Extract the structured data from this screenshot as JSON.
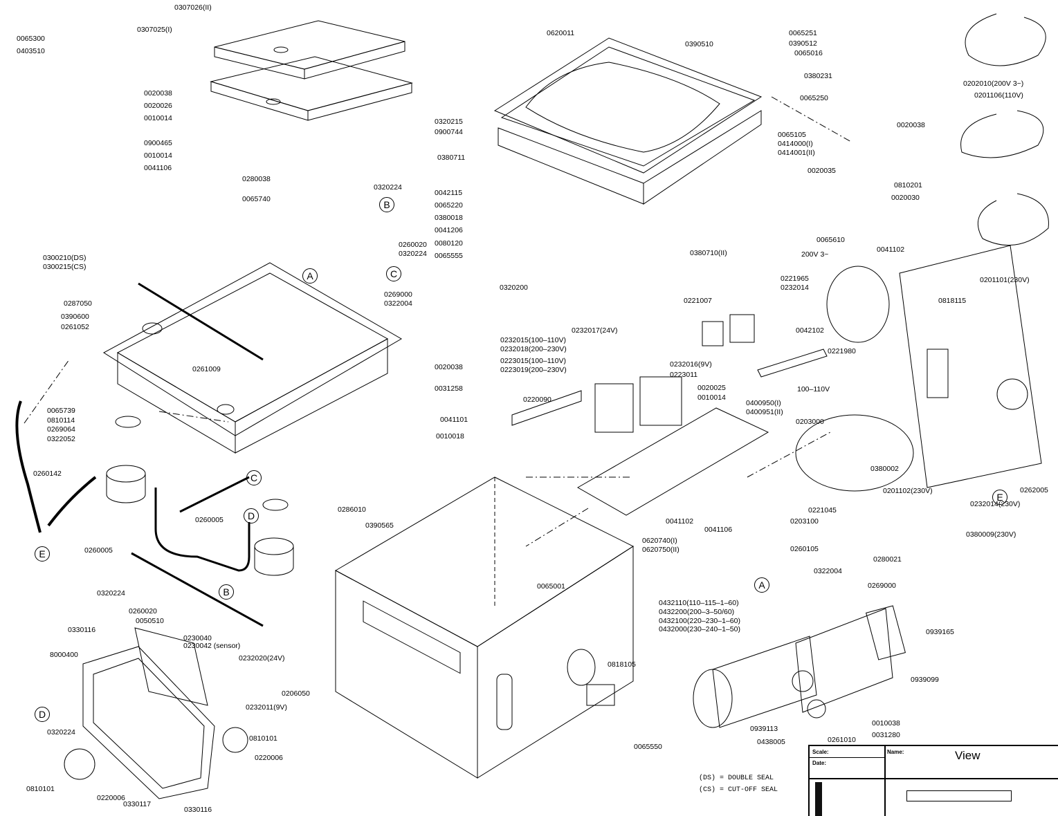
{
  "labels": [
    "0307026(II)",
    "0307025(I)",
    "0065300",
    "0403510",
    "0020038",
    "0020026",
    "0010014",
    "0900465",
    "0010014",
    "0041106",
    "0280038",
    "0320224",
    "0065740",
    "0260020",
    "0320224",
    "0269000",
    "0322004",
    "0300210(DS)",
    "0300215(CS)",
    "0287050",
    "0390600",
    "0261052",
    "0261009",
    "0020038",
    "0031258",
    "0065739",
    "0810114",
    "0269064",
    "0322052",
    "0260142",
    "0286010",
    "0260005",
    "0260005",
    "0320224",
    "0260020",
    "0330116",
    "0050510",
    "0230040",
    "0230042 (sensor)",
    "8000400",
    "0232020(24V)",
    "0206050",
    "0232011(9V)",
    "0810101",
    "0220006",
    "0320224",
    "0810101",
    "0220006",
    "0330117",
    "0330116",
    "0620011",
    "0390510",
    "0065251",
    "0390512",
    "0065016",
    "0380231",
    "0065250",
    "0320215",
    "0900744",
    "0380711",
    "0042115",
    "0065220",
    "0380018",
    "0041206",
    "0080120",
    "0065555",
    "0320200",
    "0065105",
    "0414000(I)",
    "0414001(II)",
    "0020038",
    "0020035",
    "0810201",
    "0020030",
    "0065610",
    "0380710(II)",
    "0202010(200V 3~)",
    "0201106(110V)",
    "0041102",
    "0201101(230V)",
    "0818115",
    "200V 3~",
    "0221965",
    "0232014",
    "0221007",
    "0232017(24V)",
    "0232015(100–110V)",
    "0232018(200–230V)",
    "0223015(100–110V)",
    "0223019(200–230V)",
    "0232016(9V)",
    "0223011",
    "0020025",
    "0010014",
    "0042102",
    "0221980",
    "0220090",
    "0041101",
    "0010018",
    "0400950(I)",
    "0400951(II)",
    "100–110V",
    "0203000",
    "0380002",
    "0201102(230V)",
    "0262005",
    "0232014(230V)",
    "0380009(230V)",
    "0221045",
    "0203100",
    "0260105",
    "0280021",
    "0041102",
    "0041106",
    "0390565",
    "0620740(I)",
    "0620750(II)",
    "0065001",
    "0322004",
    "0269000",
    "0432110(110–115–1–60)",
    "0432200(200–3–50/60)",
    "0432100(220–230–1–60)",
    "0432000(230–240–1–50)",
    "0939165",
    "0939099",
    "0818105",
    "0010038",
    "0031280",
    "0939113",
    "0438005",
    "0261010",
    "0065550"
  ],
  "connection_markers": [
    "B",
    "A",
    "C",
    "C",
    "D",
    "B",
    "E",
    "D",
    "A",
    "E"
  ],
  "legend": [
    "(DS) = DOUBLE SEAL",
    "(CS) = CUT-OFF SEAL"
  ],
  "title_block": {
    "scale_label": "Scale:",
    "date_label": "Date:",
    "name_label": "Name:",
    "name_value": "View"
  }
}
